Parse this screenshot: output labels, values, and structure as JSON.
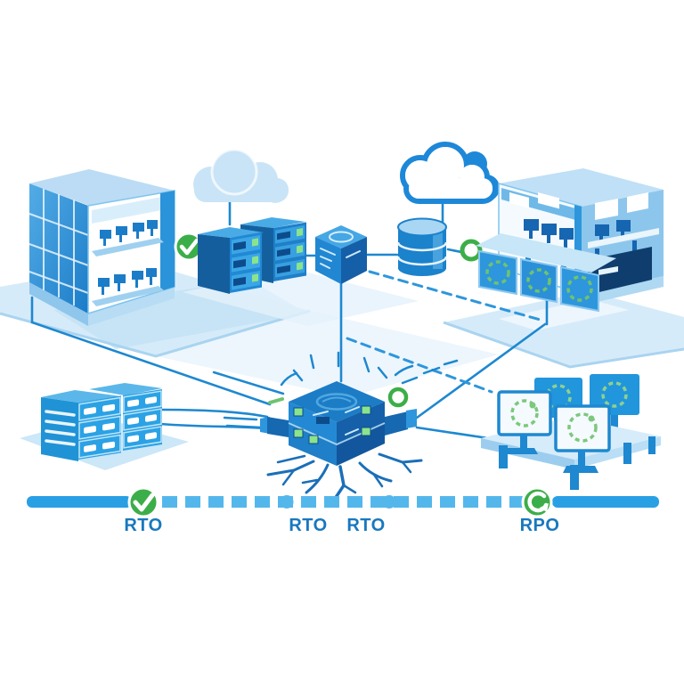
{
  "palette": {
    "primary_blue": "#1E88D0",
    "medium_blue": "#2E96DC",
    "dark_blue": "#1565AC",
    "navy_panel": "#0F3E6E",
    "cyan_blue": "#2BA2E5",
    "light_blue": "#BBDCF4",
    "pale_blue": "#D6EBF9",
    "green": "#3CAE49",
    "sync_green": "#6FC36F",
    "led_green": "#8BE48B",
    "label_blue": "#1878BE",
    "crack_blue": "#1A6FB8",
    "dash_bar_blue": "#53B7EC",
    "solid_bar_blue": "#29A0E4"
  },
  "elements": {
    "left_building": "office-building-primary",
    "left_cloud": "backup-cloud",
    "primary_racks": "primary-server-racks",
    "edge_server": "standalone-server-cube",
    "right_cloud": "sync-cloud",
    "database": "database-cylinder",
    "right_building": "office-building-recovery",
    "storage_racks": "backup-storage-racks",
    "failed_server": "failed-central-server",
    "workstations": "recovery-workstation-monitors",
    "check_badge": "success-check-icon",
    "sync_rings": "sync-ring-icon"
  },
  "timeline": {
    "labels": [
      {
        "text": "RTO"
      },
      {
        "text": "RTO"
      },
      {
        "text": "RTO"
      },
      {
        "text": "RPO"
      }
    ],
    "markers": [
      {
        "name": "check-circle-marker"
      },
      {
        "name": "refresh-circle-marker"
      }
    ]
  }
}
